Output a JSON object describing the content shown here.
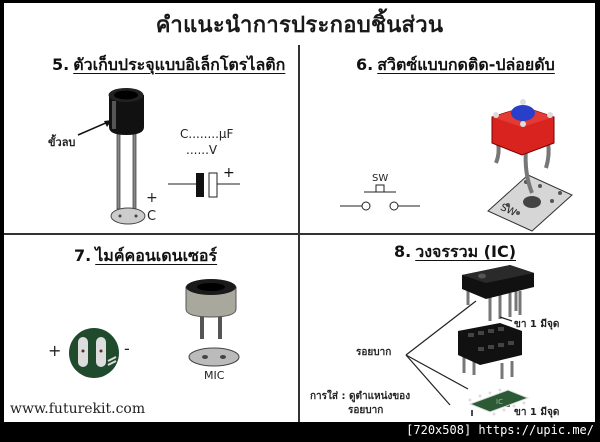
{
  "page": {
    "title": "คำแนะนำการประกอบชิ้นส่วน",
    "footer_url": "www.futurekit.com",
    "watermark": "[720x508] https://upic.me/"
  },
  "sections": [
    {
      "number": "5.",
      "title": "ตัวเก็บประจุแบบอิเล็กโตรไลติก",
      "labels": {
        "negative_lead": "ขั้วลบ",
        "capacitance": "C........µF",
        "voltage": "......V",
        "plus": "+",
        "pcb_label": "C"
      }
    },
    {
      "number": "6.",
      "title": "สวิตซ์แบบกดติด-ปล่อยดับ",
      "labels": {
        "symbol_label": "SW",
        "pcb_label": "SW"
      }
    },
    {
      "number": "7.",
      "title": "ไมค์คอนเดนเซอร์",
      "labels": {
        "plus": "+",
        "minus": "-",
        "pcb_label": "MIC"
      }
    },
    {
      "number": "8.",
      "title": "วงจรรวม (IC)",
      "labels": {
        "pin1_top": "ขา 1 มีจุด",
        "socket": "รอยบาก",
        "insert_note_line1": "การใส่ : ดูตำแหน่งของ",
        "insert_note_line2": "รอยบาก",
        "pin1_bottom": "ขา 1 มีจุด",
        "pcb_text": "IC"
      }
    }
  ],
  "colors": {
    "switch_body": "#d8231f",
    "switch_button": "#2a3fc9",
    "mic_pcb": "#1f4a2c",
    "ic_pcb": "#2c5a35",
    "pcb_pad": "#c9c9c9"
  }
}
